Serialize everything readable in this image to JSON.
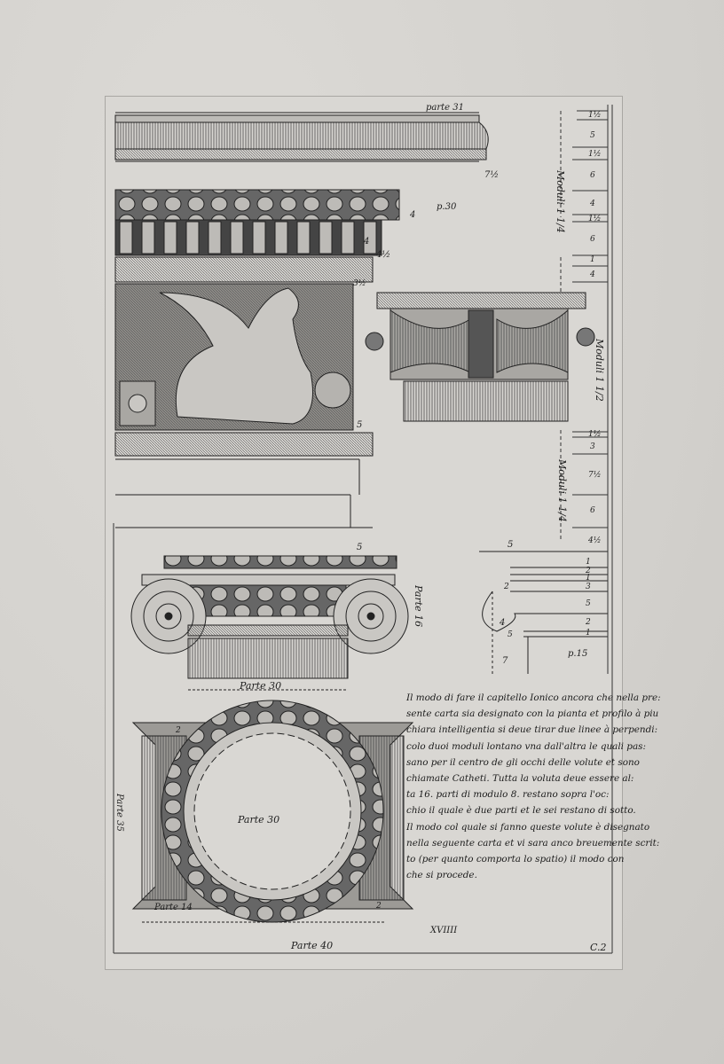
{
  "labels": {
    "parte_31": "parte 31",
    "p_30": "p.30",
    "moduli_top": "Moduli 1 1/4",
    "moduli_mid": "Moduli 1 1/2",
    "moduli_low": "Moduli 1 1/4",
    "parte_16": "Parte 16",
    "parte_30_capital": "Parte 30",
    "parte_30_plan": "Parte 30",
    "parte_35": "Parte 35",
    "parte_14": "Parte 14",
    "parte_40": "Parte 40",
    "p_15": "p.15",
    "plate_number": "XVIIII",
    "signature_mark": "C.2"
  },
  "scale_top": [
    "1½",
    "5",
    "1½",
    "6",
    "4",
    "1½",
    "6",
    "1",
    "4"
  ],
  "scale_low": [
    "1½",
    "3",
    "7½",
    "6",
    "4½",
    "1",
    "2",
    "1",
    "3",
    "5",
    "2",
    "1"
  ],
  "dims": {
    "d7_5": "7½",
    "d4": "4",
    "d4b": "4",
    "d4_5": "4½",
    "d3_5": "3½",
    "d5": "5",
    "d5b": "5",
    "d5c": "5",
    "d2": "2",
    "d4c": "4",
    "d5d": "5",
    "d7": "7",
    "d2b": "2",
    "d2c": "2"
  },
  "description": [
    "Il modo di fare il capitello Ionico ancora che nella pre:",
    "sente carta sia designato con la pianta et profilo à piu",
    "chiara intelligentia si deue tirar due linee à perpendi:",
    "colo duoi moduli lontano vna dall'altra le quali pas:",
    "sano per il centro de gli occhi delle volute et sono",
    "chiamate Catheti. Tutta la voluta deue essere al:",
    "ta 16. parti di modulo 8. restano sopra l'oc:",
    "chio il quale è due parti et le sei restano di sotto.",
    "Il modo col quale si fanno queste volute è disegnato",
    "nella seguente carta et vi sara anco breuemente scrit:",
    "to (per quanto comporta lo spatio) il modo con",
    "che si procede."
  ]
}
